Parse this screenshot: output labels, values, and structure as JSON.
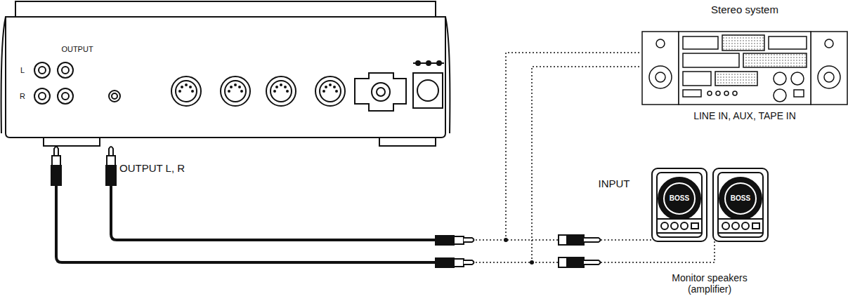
{
  "diagram": {
    "labels": [
      "OUTPUT",
      "L",
      "R",
      "OUTPUT L, R",
      "Stereo system",
      "LINE IN, AUX, TAPE IN",
      "INPUT",
      "BOSS",
      "BOSS",
      "Monitor speakers (amplifier)"
    ]
  }
}
